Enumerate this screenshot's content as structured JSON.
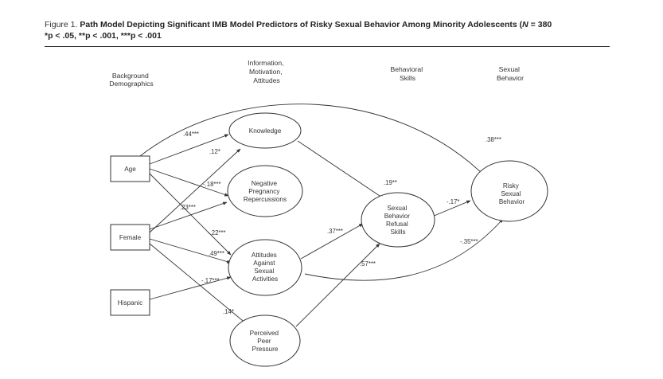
{
  "caption": {
    "figure_label": "Figure 1.",
    "title": "Path Model Depicting Significant IMB Model Predictors of Risky Sexual Behavior Among Minority Adolescents (",
    "title_n": "N",
    "title_tail": " = 380",
    "significance": "*p < .05, **p < .001, ***p < .001"
  },
  "columns": {
    "background": [
      "Background",
      "Demographics"
    ],
    "imb": [
      "Information,",
      "Motivation,",
      "Attitudes"
    ],
    "behavioral": [
      "Behavioral",
      "Skills"
    ],
    "sexual": [
      "Sexual",
      "Behavior"
    ]
  },
  "nodes": {
    "age": "Age",
    "female": "Female",
    "hispanic": "Hispanic",
    "knowledge": "Knowledge",
    "negative": [
      "Negative",
      "Pregnancy",
      "Repercussions"
    ],
    "attitudes": [
      "Attitudes",
      "Against",
      "Sexual",
      "Activities"
    ],
    "peer": [
      "Perceived",
      "Peer",
      "Pressure"
    ],
    "refusal": [
      "Sexual",
      "Behavior",
      "Refusal",
      "Skills"
    ],
    "risky": [
      "Risky",
      "Sexual",
      "Behavior"
    ]
  },
  "paths": {
    "age_knowledge": ".44***",
    "age_risky": ".38***",
    "female_knowledge": ".12*",
    "age_negative": "-.18***",
    "female_negative": ".23***",
    "age_attitudes": "-.22***",
    "female_attitudes": ".49***",
    "hispanic_attitudes": "-.17***",
    "female_peer": ".14*",
    "knowledge_refusal": ".19**",
    "attitudes_refusal": ".37***",
    "peer_refusal": ".57***",
    "refusal_risky": "-.17*",
    "attitudes_risky": "-.35***"
  }
}
